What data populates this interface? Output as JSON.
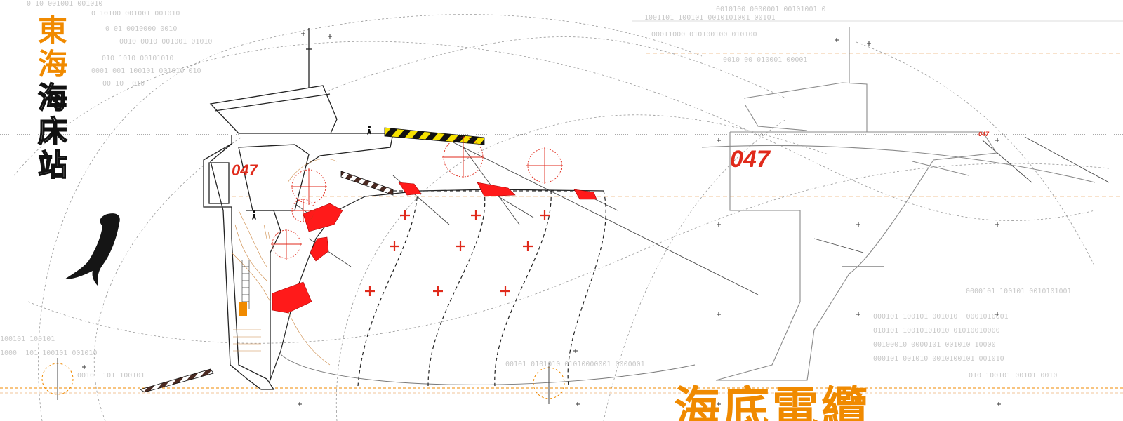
{
  "titles": {
    "vertical": [
      "東",
      "海",
      "海",
      "床",
      "站"
    ],
    "vertical_colors": [
      "#f08a00",
      "#f08a00",
      "outline",
      "outline",
      "outline"
    ],
    "bottom": "海底電纜"
  },
  "hull_number": "047",
  "colors": {
    "accent_orange": "#f08a00",
    "red_patch": "#ff1a1a",
    "hazard_yellow": "#f5e000",
    "line_gray": "#8a8a8a",
    "light_gray": "#c9c9c9"
  },
  "icons": {
    "whale": "whale-silhouette-icon",
    "crosshair": "crosshair-target-icon",
    "marker": "red-cross-marker-icon",
    "diver": "diver-figure-icon"
  },
  "code_blocks": [
    "0 10 001001 001010",
    "0 10100 001001 001010",
    "0 01 0010000 0010",
    "0010 0010 001001 01010",
    "010 1010 00101010",
    "0001 001 100101 001010 010",
    "00 10  010",
    "1001101 100101 0010101001 00101",
    "00011000 010100100 010100",
    "0010 00 010001 00001",
    "0010100 0000001 00101001 0",
    "0000101 100101 0010101001",
    "000101 100101 001010  0001010001",
    "010101 10010101010 01010010000",
    "00100010 0000101 001010 10000",
    "000101 001010 0010100101 001010",
    "010 100101 00101 0010",
    "00101 0101010 01010000001 0000001",
    "100101 100101",
    "1000  101 100101 001010",
    "0010  101 100101"
  ]
}
